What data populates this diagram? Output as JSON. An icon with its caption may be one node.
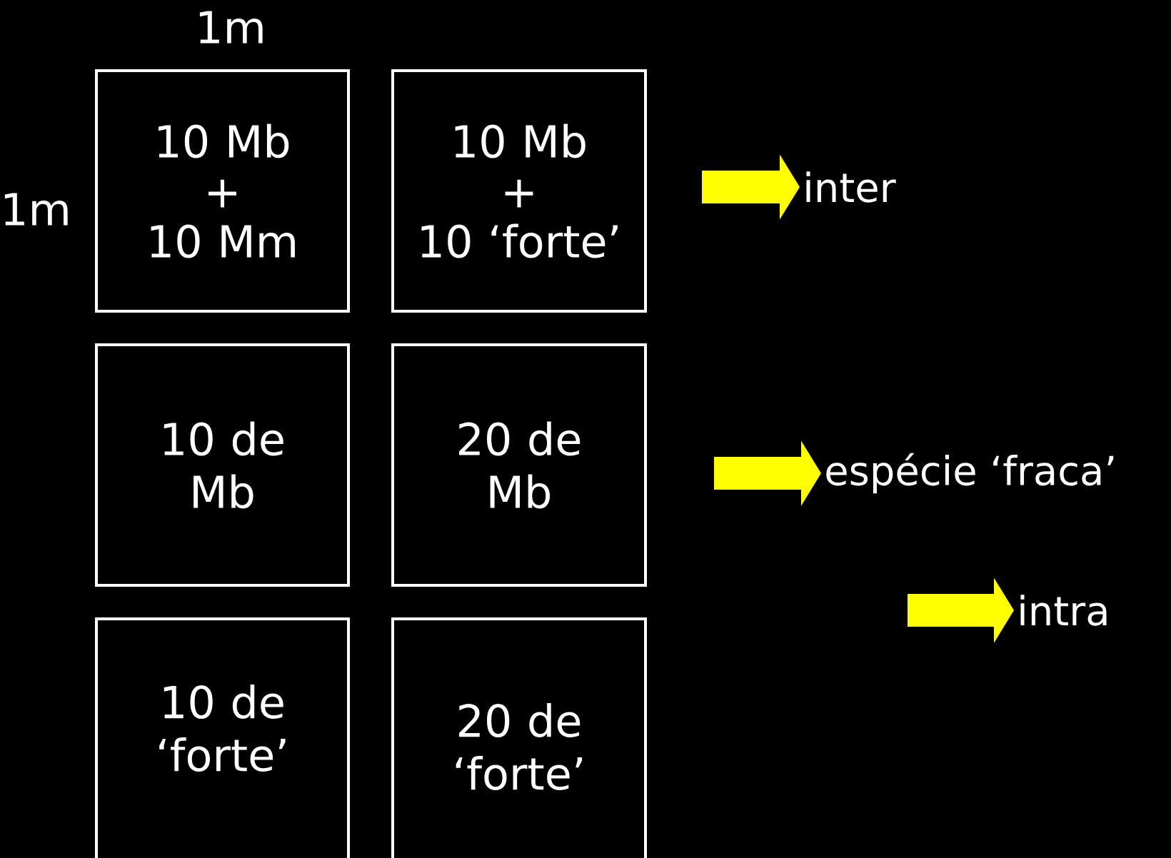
{
  "diagram": {
    "nodes": [
      {
        "text": [
          "10 Mb",
          "+",
          "10 Mm"
        ]
      },
      {
        "text": [
          "10 Mb",
          "+",
          "10 ‘forte’"
        ]
      },
      {
        "text": [
          "10 de Mb"
        ]
      },
      {
        "text": [
          "20 de Mb"
        ]
      },
      {
        "text": [
          "10 de ‘forte’"
        ]
      },
      {
        "text": [
          "20 de ‘forte’"
        ]
      },
      {
        "text": [
          "inter"
        ]
      },
      {
        "text": [
          "espécie ‘fraca’"
        ]
      },
      {
        "text": [
          "intra"
        ]
      }
    ],
    "edges": [
      {
        "from": null,
        "to": 6,
        "arrow": "to",
        "color": "#ffff00"
      },
      {
        "from": null,
        "to": 7,
        "arrow": "to",
        "color": "#ffff00"
      },
      {
        "from": null,
        "to": 8,
        "arrow": "to",
        "color": "#ffff00"
      }
    ],
    "labels": [
      "1m",
      "1m"
    ]
  }
}
